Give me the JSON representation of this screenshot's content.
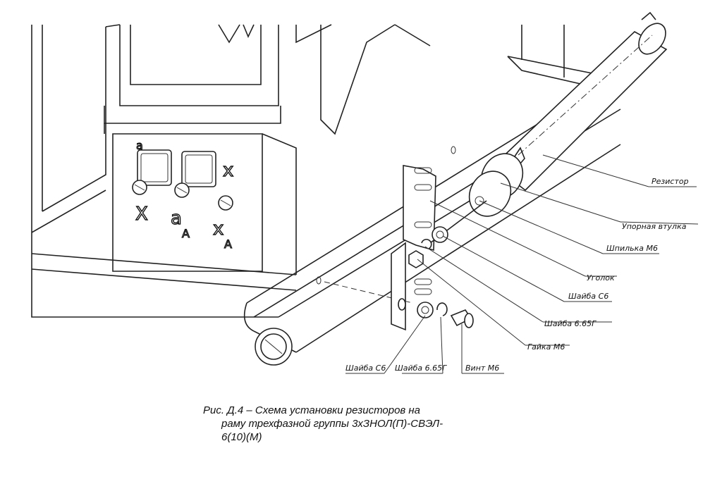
{
  "figure": {
    "labels": {
      "resistor": "Резистор",
      "stop_sleeve": "Упорная втулка",
      "stud": "Шпилька М6",
      "bracket": "Уголок",
      "washer_c6_right": "Шайба С6",
      "washer_665_right": "Шайба 6.65Г",
      "nut": "Гайка М6",
      "washer_c6_bottom": "Шайба С6",
      "washer_665_bottom": "Шайба 6.65Г",
      "screw": "Винт М6"
    },
    "panel_markings": {
      "x_top": "x",
      "a_top": "a",
      "x_big": "X",
      "a_big": "a",
      "a_sub": "A",
      "x_right": "x",
      "x_right_sub": "A"
    }
  },
  "caption": {
    "line1": "Рис. Д.4 – Схема установки резисторов на",
    "line2": "раму трехфазной группы 3хЗНОЛ(П)-СВЭЛ-",
    "line3": "6(10)(М)"
  }
}
